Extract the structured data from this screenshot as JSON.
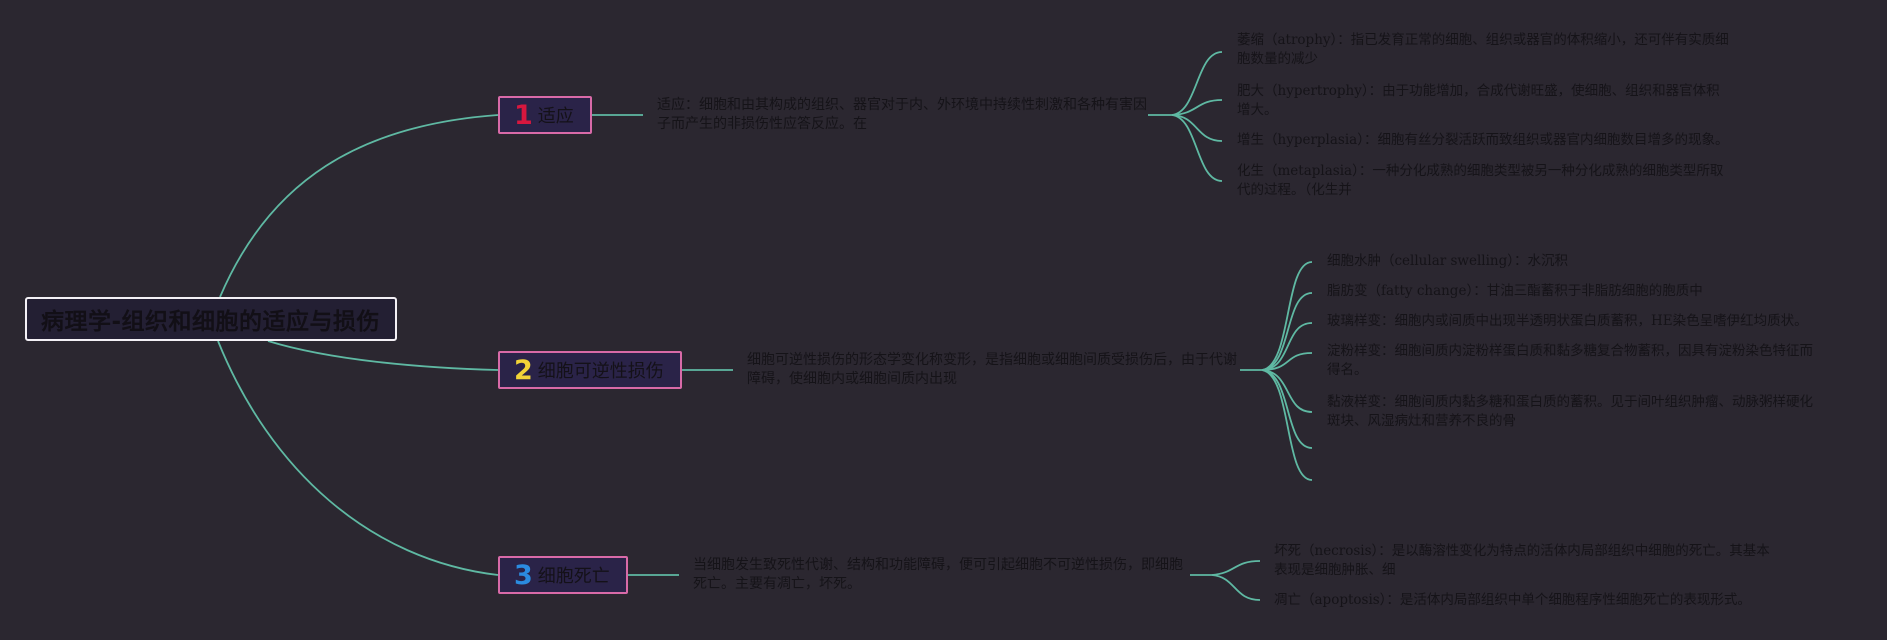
{
  "root": {
    "title": "病理学-组织和细胞的适应与损伤"
  },
  "branches": [
    {
      "num": "1",
      "num_color": "#d8173e",
      "label": "适应",
      "desc": "适应：细胞和由其构成的组织、器官对于内、外环境中持续性刺激和各种有害因子而产生的非损伤性应答反应。在",
      "leaves": [
        "萎缩（atrophy）：指已发育正常的细胞、组织或器官的体积缩小，还可伴有实质细胞数量的减少",
        "肥大（hypertrophy）：由于功能增加，合成代谢旺盛，使细胞、组织和器官体积增大。",
        "增生（hyperplasia）：细胞有丝分裂活跃而致组织或器官内细胞数目增多的现象。",
        "化生（metaplasia）：一种分化成熟的细胞类型被另一种分化成熟的细胞类型所取代的过程。（化生并"
      ]
    },
    {
      "num": "2",
      "num_color": "#f2d437",
      "label": "细胞可逆性损伤",
      "desc": "细胞可逆性损伤的形态学变化称变形，是指细胞或细胞间质受损伤后，由于代谢障碍，使细胞内或细胞间质内出现",
      "leaves": [
        "细胞水肿（cellular swelling）：水沉积",
        "脂肪变（fatty change）：甘油三酯蓄积于非脂肪细胞的胞质中",
        "玻璃样变：细胞内或间质中出现半透明状蛋白质蓄积，HE染色呈嗜伊红均质状。",
        "淀粉样变：细胞间质内淀粉样蛋白质和黏多糖复合物蓄积，因具有淀粉染色特征而得名。",
        "黏液样变：细胞间质内黏多糖和蛋白质的蓄积。见于间叶组织肿瘤、动脉粥样硬化斑块、风湿病灶和营养不良的骨"
      ]
    },
    {
      "num": "3",
      "num_color": "#2b8be0",
      "label": "细胞死亡",
      "desc": "当细胞发生致死性代谢、结构和功能障碍，便可引起细胞不可逆性损伤，即细胞死亡。主要有凋亡，坏死。",
      "leaves": [
        "坏死（necrosis）：是以酶溶性变化为特点的活体内局部组织中细胞的死亡。其基本表现是细胞肿胀、细",
        "凋亡（apoptosis）：是活体内局部组织中单个细胞程序性细胞死亡的表现形式。"
      ]
    }
  ],
  "colors": {
    "link": "#5fb9a3",
    "branch_border": "#d86aa8",
    "background": "#2b2730"
  }
}
